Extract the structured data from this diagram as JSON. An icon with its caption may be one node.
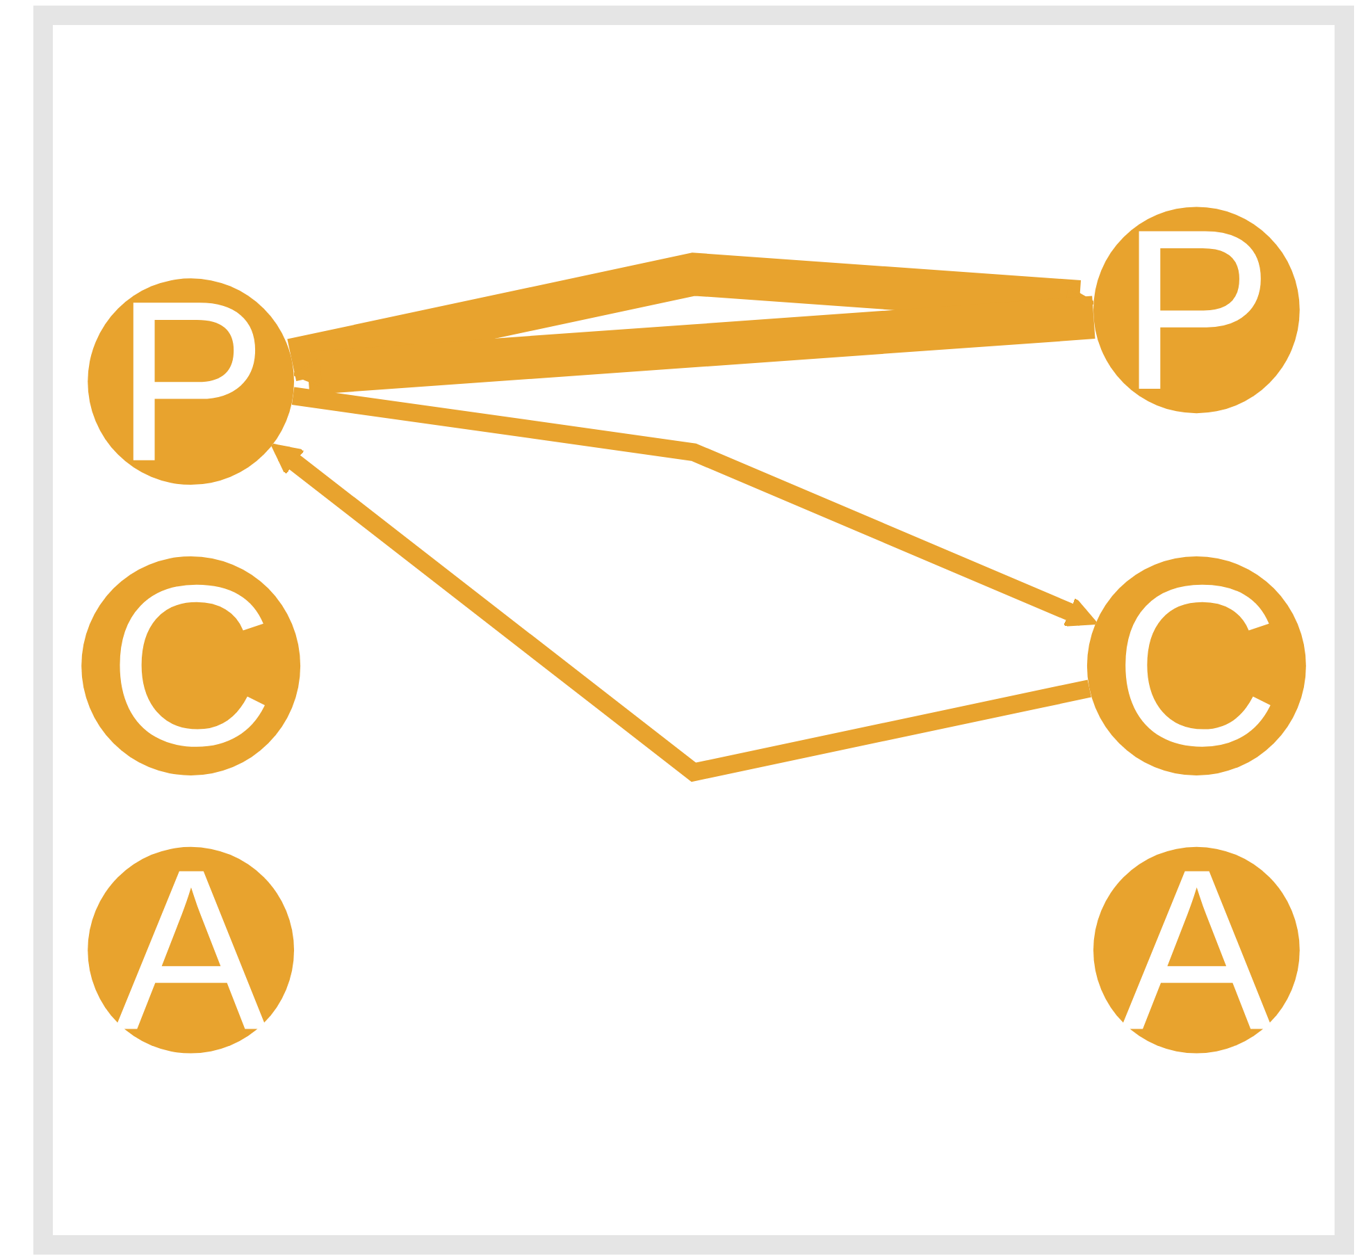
{
  "diagram": {
    "nodes": [
      {
        "text": [
          "P"
        ]
      },
      {
        "text": [
          "P"
        ]
      },
      {
        "text": [
          "A"
        ]
      },
      {
        "text": [
          "A"
        ]
      },
      {
        "text": [
          "C"
        ]
      },
      {
        "text": [
          "C"
        ]
      }
    ],
    "edges": [
      {
        "from": 0,
        "to": 1,
        "arrow": "to",
        "style": "thick"
      },
      {
        "from": 1,
        "to": 0,
        "arrow": "to",
        "style": "thick"
      },
      {
        "from": 0,
        "to": 5,
        "arrow": "to"
      },
      {
        "from": 5,
        "to": 0,
        "arrow": "to"
      }
    ]
  }
}
